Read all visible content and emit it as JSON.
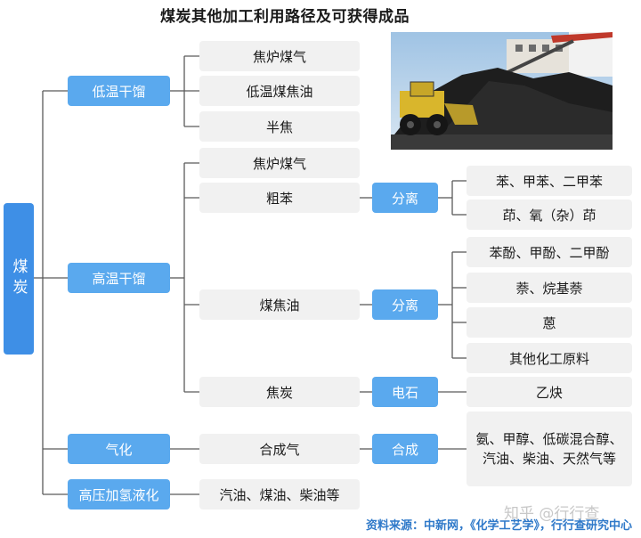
{
  "title": "煤炭其他加工利用路径及可获得成品",
  "root": "煤炭",
  "low_temp": {
    "label": "低温干馏",
    "products": [
      "焦炉煤气",
      "低温煤焦油",
      "半焦"
    ]
  },
  "high_temp": {
    "label": "高温干馏",
    "coke_gas": "焦炉煤气",
    "crude_benzene": {
      "label": "粗苯",
      "process": "分离",
      "products": [
        "苯、甲苯、二甲苯",
        "茚、氧（杂）茚"
      ]
    },
    "coal_tar": {
      "label": "煤焦油",
      "process": "分离",
      "products": [
        "苯酚、甲酚、二甲酚",
        "萘、烷基萘",
        "蒽",
        "其他化工原料"
      ]
    },
    "coke": {
      "label": "焦炭",
      "process": "电石",
      "product": "乙炔"
    }
  },
  "gasification": {
    "label": "气化",
    "intermediate": "合成气",
    "process": "合成",
    "product": "氨、甲醇、低碳混合醇、汽油、柴油、天然气等"
  },
  "liquefaction": {
    "label": "高压加氢液化",
    "product": "汽油、煤油、柴油等"
  },
  "source": "资料来源：中新网，《化学工艺学》，行行查研究中心",
  "watermark": "知乎 @行行查",
  "colors": {
    "primary_blue": "#5aa9ee",
    "root_blue": "#3e8fe6",
    "box_gray": "#f1f1f1",
    "line": "#5b5b5b"
  }
}
